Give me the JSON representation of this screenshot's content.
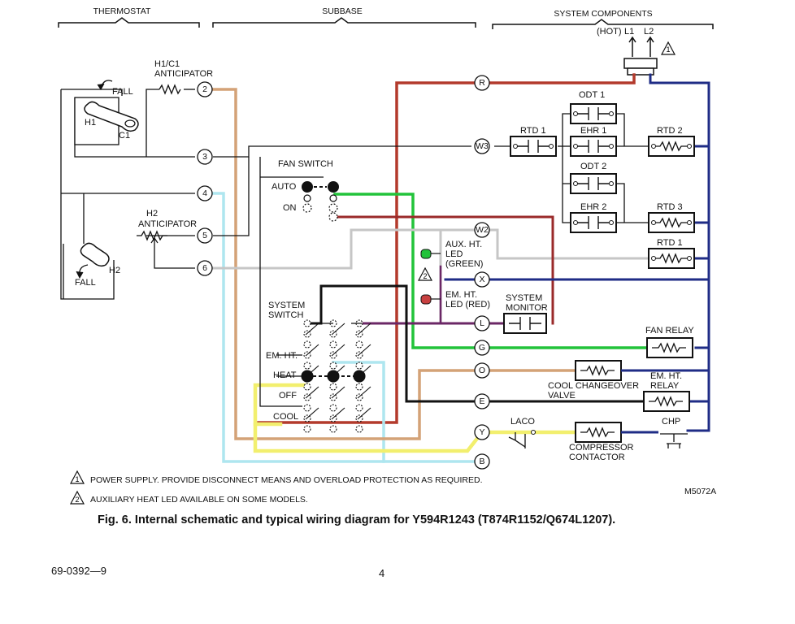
{
  "headers": {
    "thermostat": "THERMOSTAT",
    "subbase": "SUBBASE",
    "system_components": "SYSTEM COMPONENTS"
  },
  "supply": {
    "hot": "(HOT)",
    "l1": "L1",
    "l2": "L2"
  },
  "thermostat_labels": {
    "h1c1_line1": "H1/C1",
    "h1c1_line2": "ANTICIPATOR",
    "h2_line1": "H2",
    "h2_line2": "ANTICIPATOR",
    "fall_top": "FALL",
    "fall_bottom": "FALL",
    "h1": "H1",
    "c1": "C1",
    "h2": "H2"
  },
  "subbase_labels": {
    "fan_switch": "FAN SWITCH",
    "auto": "AUTO",
    "on": "ON",
    "system_switch_line1": "SYSTEM",
    "system_switch_line2": "SWITCH",
    "em_ht": "EM. HT.",
    "heat": "HEAT",
    "off": "OFF",
    "cool": "COOL"
  },
  "terminals": {
    "t2": "2",
    "t3": "3",
    "t4": "4",
    "t5": "5",
    "t6": "6",
    "r": "R",
    "w3": "W3",
    "w2": "W2",
    "x": "X",
    "l": "L",
    "g": "G",
    "o": "O",
    "e": "E",
    "y": "Y",
    "b": "B"
  },
  "components": {
    "odt1": "ODT 1",
    "rtd1_top": "RTD 1",
    "ehr1": "EHR 1",
    "rtd2": "RTD 2",
    "odt2": "ODT 2",
    "ehr2": "EHR 2",
    "rtd3": "RTD 3",
    "rtd1_mid": "RTD 1",
    "aux_led_line1": "AUX. HT.",
    "aux_led_line2": "LED",
    "aux_led_line3": "(GREEN)",
    "em_led_line1": "EM. HT.",
    "em_led_line2": "LED (RED)",
    "sys_mon_line1": "SYSTEM",
    "sys_mon_line2": "MONITOR",
    "fan_relay": "FAN RELAY",
    "cool_change_line1": "COOL CHANGEOVER",
    "cool_change_line2": "VALVE",
    "em_ht_relay_line1": "EM. HT.",
    "em_ht_relay_line2": "RELAY",
    "laco": "LACO",
    "chp": "CHP",
    "comp_contactor_line1": "COMPRESSOR",
    "comp_contactor_line2": "CONTACTOR"
  },
  "notes": {
    "note1_num": "1",
    "note1": "POWER SUPPLY. PROVIDE DISCONNECT MEANS AND OVERLOAD PROTECTION AS REQUIRED.",
    "note2_num": "2",
    "note2": "AUXILIARY HEAT LED AVAILABLE ON SOME MODELS.",
    "model_code": "M5072A"
  },
  "caption": "Fig. 6. Internal schematic and typical wiring diagram for Y594R1243 (T874R1152/Q674L1207).",
  "footer": {
    "doc_number": "69-0392—9",
    "page_number": "4"
  },
  "colors": {
    "r_wire": "#b33a2c",
    "b_wire": "#aee6ef",
    "g_wire": "#22c33a",
    "y_wire": "#f2ef6e",
    "o_wire": "#d4a277",
    "w2_wire": "#c6c6c6",
    "x_wire": "#1f2c86",
    "l_wire": "#6b2766",
    "common": "#1f2c86",
    "black": "#111111"
  }
}
